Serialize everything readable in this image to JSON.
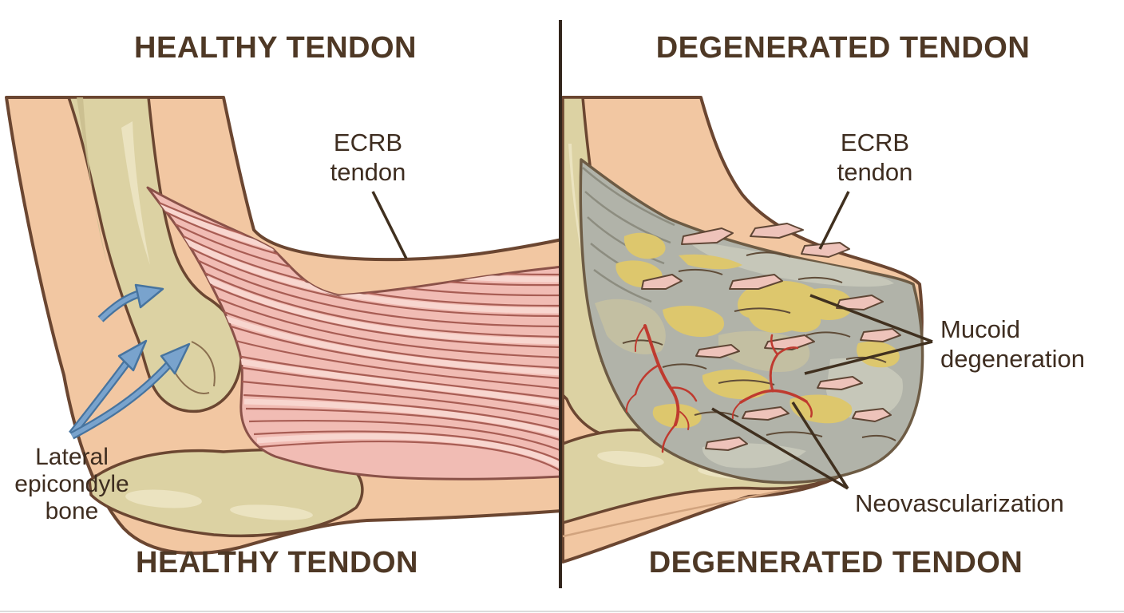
{
  "figure": {
    "type": "medical comparison illustration",
    "subject": "Healthy vs degenerated ECRB tendon at the lateral elbow (tennis elbow)"
  },
  "panels": {
    "left": {
      "title_top": "HEALTHY TENDON",
      "title_bottom": "HEALTHY TENDON",
      "labels": {
        "ecrb": {
          "lines": [
            "ECRB",
            "tendon"
          ]
        },
        "lateral_epicondyle": {
          "lines": [
            "Lateral",
            "epicondyle",
            "bone"
          ]
        }
      }
    },
    "right": {
      "title_top": "DEGENERATED TENDON",
      "title_bottom": "DEGENERATED TENDON",
      "labels": {
        "ecrb": {
          "lines": [
            "ECRB",
            "tendon"
          ]
        },
        "mucoid": {
          "lines": [
            "Mucoid",
            "degeneration"
          ]
        },
        "neovascularization": {
          "lines": [
            "Neovascularization"
          ]
        }
      }
    }
  },
  "colors": {
    "background": "#ffffff",
    "text_brown": "#4e3825",
    "outline_brown": "#6b4631",
    "skin": "#f2c7a2",
    "bone": "#dcd2a3",
    "bone_highlight": "#ebe3c0",
    "healthy_tendon_pink": "#f1bcb4",
    "tendon_stripe": "#a85d54",
    "degenerated_gray": "#b1b3a9",
    "mucoid_yellow": "#ddc76d",
    "fiber_remnant_pink": "#eec3ba",
    "vessel_red": "#bf3a2f",
    "arrow_blue": "#79a3cd",
    "divider": "#33261d"
  }
}
